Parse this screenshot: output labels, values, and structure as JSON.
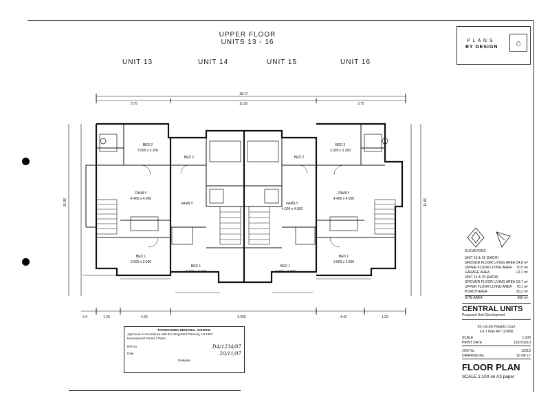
{
  "header": {
    "title_line1": "UPPER FLOOR",
    "title_line2": "UNITS 13 - 16"
  },
  "units": [
    {
      "label": "UNIT 13"
    },
    {
      "label": "UNIT 14"
    },
    {
      "label": "UNIT 15"
    },
    {
      "label": "UNIT 16"
    }
  ],
  "dimensions": {
    "overall_top": "18.17",
    "top_inner": "11.02",
    "top_left": "3.75",
    "top_right": "3.75",
    "bottom": [
      "0.4",
      "1.20",
      "4.42",
      "3.250",
      "4.42",
      "1.20"
    ],
    "left_side": "11.56",
    "right_side": "11.56"
  },
  "rooms": [
    {
      "name": "BED 2",
      "size": "3.000 x 3.300"
    },
    {
      "name": "FAMILY",
      "size": "4.400 x 4.000"
    },
    {
      "name": "BED 1",
      "size": "3.600 x 3.900"
    },
    {
      "name": "BED 2",
      "size": ""
    },
    {
      "name": "FAMILY",
      "size": ""
    },
    {
      "name": "BED 1",
      "size": "3.900 x 3.300"
    },
    {
      "name": "BED 2",
      "size": ""
    },
    {
      "name": "FAMILY",
      "size": "4.000 x 4.000"
    },
    {
      "name": "BED 1",
      "size": "3.900 x 3.300"
    },
    {
      "name": "BED 3",
      "size": "3.000 x 3.300"
    },
    {
      "name": "FAMILY",
      "size": "4.400 x 4.000"
    },
    {
      "name": "BED 1",
      "size": "3.600 x 3.900"
    }
  ],
  "logo": {
    "brand_line1": "P L A N S",
    "brand_line2": "BY DESIGN"
  },
  "title_block": {
    "elevations_label": "ELEVATIONS",
    "area_rows": [
      {
        "label": "UNIT 13 & 16 (EACH)",
        "value": ""
      },
      {
        "label": "GROUND FLOOR LIVING AREA",
        "value": "54.8 m²"
      },
      {
        "label": "UPPER FLOOR LIVING AREA",
        "value": "70.5 m²"
      },
      {
        "label": "GARAGE AREA",
        "value": "21.1 m²"
      },
      {
        "label": "UNIT 14 & 15 (EACH)",
        "value": ""
      },
      {
        "label": "GROUND FLOOR LIVING AREA",
        "value": "53.7 m²"
      },
      {
        "label": "UPPER FLOOR LIVING AREA",
        "value": "70.1 m²"
      },
      {
        "label": "PORCH AREA",
        "value": "20.2 m²"
      },
      {
        "label": "SITE AREA",
        "value": "660 m²"
      }
    ],
    "project_name": "CENTRAL UNITS",
    "project_sub": "Proposed Unit Development",
    "address_line1": "26 Lincoln Heights Court",
    "address_line2": "Lot 1 Plan RP 123456",
    "scale_label": "SCALE",
    "scale_value": "1:100",
    "print_date_label": "PRINT DATE",
    "print_date_value": "15/07/2013",
    "job_label": "JOB No.",
    "job_value": "12013",
    "drawing_label": "DRAWING No.",
    "drawing_value": "16 OF 17",
    "sheet_title": "FLOOR PLAN",
    "sheet_scale": "SCALE 1:100 on A3 paper"
  },
  "council_stamp": {
    "header": "TOOWOOMBA REGIONAL COUNCIL",
    "line1": "Approved in accordance with the Integrated Planning Act 1997",
    "line2": "Development Permit / Plans",
    "ref_label": "Ref No.",
    "ref_value": "DA/1234/07",
    "date_label": "Date",
    "date_value": "20/11/07",
    "delegate_label": "Delegate"
  }
}
